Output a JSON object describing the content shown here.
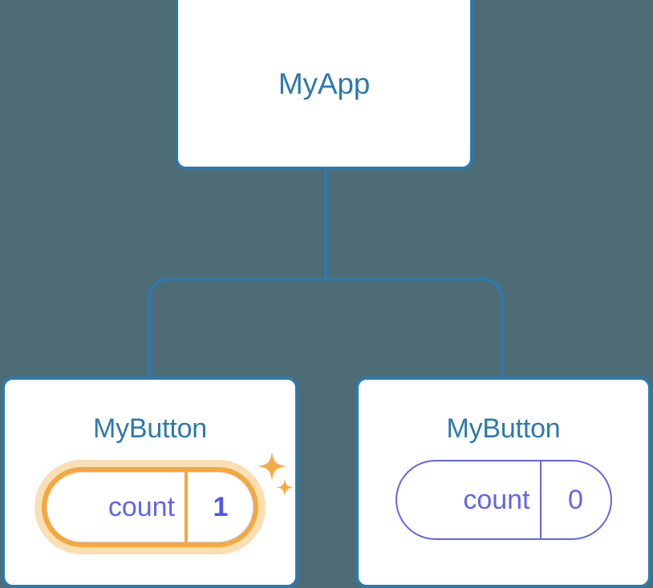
{
  "theme": {
    "background": "#4d6c76",
    "card_fill": "#ffffff",
    "card_border": "#2e79ad",
    "title_text": "#2e79ad",
    "connector": "#2e79ad",
    "state_purple": "#6366e6",
    "state_value_purple": "#5355e8",
    "highlight_orange": "#f5a83c",
    "highlight_glow": "#fbdfb4"
  },
  "tree": {
    "root": {
      "title": "MyApp"
    },
    "children": [
      {
        "title": "MyButton",
        "state": {
          "key": "count",
          "value": "1"
        },
        "highlighted": true,
        "sparkle_large": "sparkle-icon",
        "sparkle_small": "sparkle-icon"
      },
      {
        "title": "MyButton",
        "state": {
          "key": "count",
          "value": "0"
        },
        "highlighted": false
      }
    ]
  }
}
